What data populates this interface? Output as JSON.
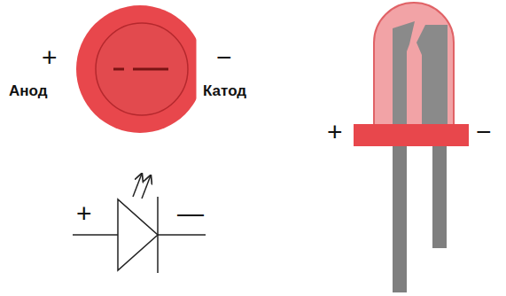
{
  "diagram": {
    "labels": [
      "+",
      "Анод",
      "−",
      "Катод",
      "+",
      "—",
      "+",
      "−"
    ]
  }
}
